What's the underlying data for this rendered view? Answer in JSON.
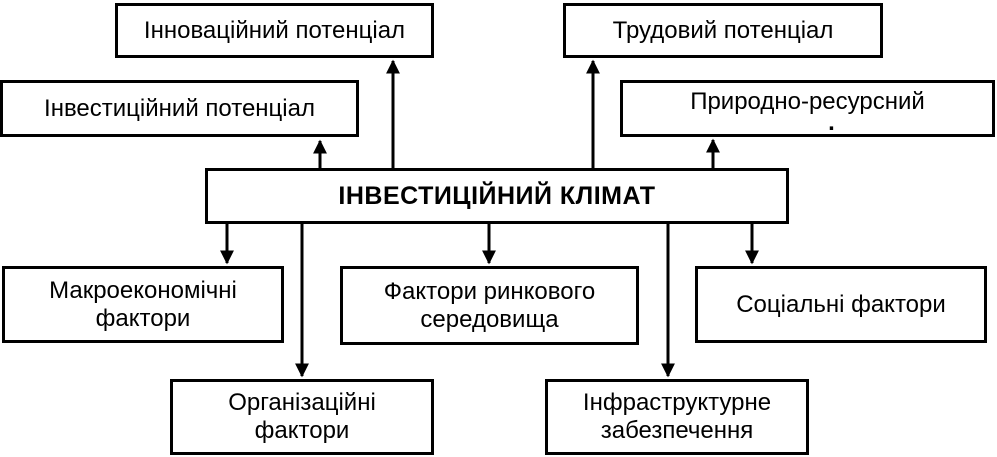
{
  "diagram": {
    "type": "flowchart",
    "language": "uk",
    "title": "ІНВЕСТИЦІЙНИЙ КЛІМАТ",
    "colors": {
      "background": "#ffffff",
      "box_fill": "#ffffff",
      "line": "#000000",
      "text": "#000000"
    },
    "nodes": {
      "investment_climate": {
        "label": "ІНВЕСТИЦІЙНИЙ КЛІМАТ"
      },
      "innovation_potential": {
        "label": "Інноваційний потенціал"
      },
      "labor_potential": {
        "label": "Трудовий потенціал"
      },
      "investment_potential": {
        "label": "Інвестиційний потенціал"
      },
      "natural_resource_potential": {
        "label": "Природно-ресурсний",
        "dot": "."
      },
      "macroeconomic_factors": {
        "label": "Макроекономічні\nфактори"
      },
      "market_environment_factors": {
        "label": "Фактори ринкового\nсередовища"
      },
      "social_factors": {
        "label": "Соціальні фактори"
      },
      "organizational_factors": {
        "label": "Організаційні\nфактори"
      },
      "infrastructure_support": {
        "label": "Інфраструктурне\nзабезпечення"
      }
    },
    "connections": [
      {
        "from": "investment_climate",
        "to": "investment_potential",
        "direction": "up"
      },
      {
        "from": "investment_climate",
        "to": "innovation_potential",
        "direction": "up"
      },
      {
        "from": "investment_climate",
        "to": "labor_potential",
        "direction": "up"
      },
      {
        "from": "investment_climate",
        "to": "natural_resource_potential",
        "direction": "up"
      },
      {
        "from": "investment_climate",
        "to": "macroeconomic_factors",
        "direction": "down"
      },
      {
        "from": "investment_climate",
        "to": "organizational_factors",
        "direction": "down"
      },
      {
        "from": "investment_climate",
        "to": "market_environment_factors",
        "direction": "down"
      },
      {
        "from": "investment_climate",
        "to": "infrastructure_support",
        "direction": "down"
      },
      {
        "from": "investment_climate",
        "to": "social_factors",
        "direction": "down"
      }
    ]
  }
}
